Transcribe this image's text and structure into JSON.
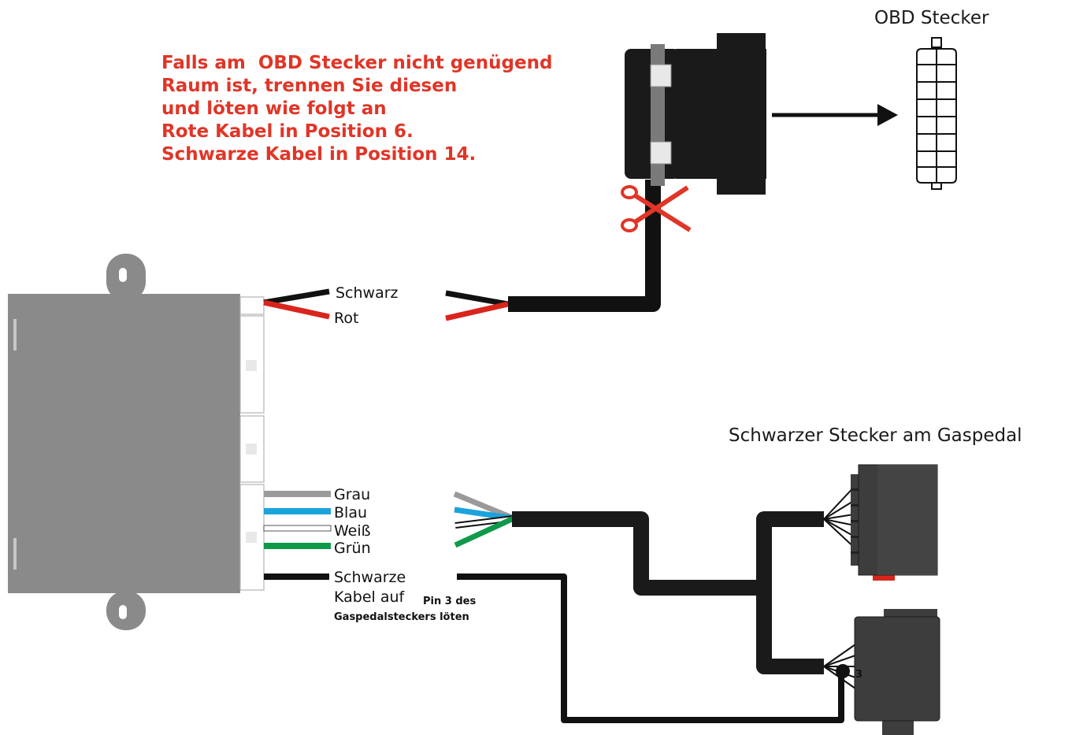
{
  "instruction_lines": [
    "Falls am  OBD Stecker nicht genügend",
    "Raum ist, trennen Sie diesen",
    "und löten wie folgt an",
    "Rote Kabel in Position 6.",
    "Schwarze Kabel in Position 14."
  ],
  "titles": {
    "obd": "OBD Stecker",
    "pedal": "Schwarzer Stecker am Gaspedal"
  },
  "wire_labels": {
    "black": "Schwarz",
    "red": "Rot",
    "grey": "Grau",
    "blue": "Blau",
    "white": "Weiß",
    "green": "Grün",
    "black2_line1": "Schwarze",
    "black2_line2": "Kabel auf",
    "black2_pin_a": "Pin 3 des",
    "black2_pin_b": "Gaspedalsteckers löten"
  },
  "pin_number": "3",
  "colors": {
    "instruction": "#e03527",
    "wire_black": "#111111",
    "wire_red": "#d9251c",
    "wire_grey": "#9a9a9a",
    "wire_blue": "#1aa3dc",
    "wire_white": "#ffffff",
    "wire_green": "#0f9a4a",
    "module": "#8a8a8a",
    "connector_dark": "#3d3d3d",
    "scissors": "#e03527"
  }
}
